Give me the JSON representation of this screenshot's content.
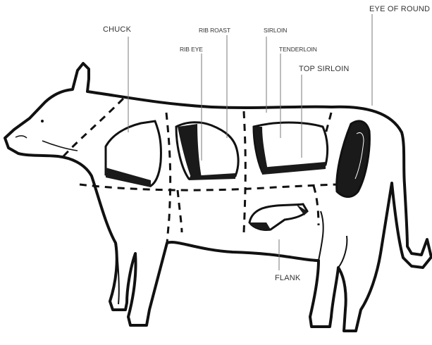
{
  "diagram": {
    "cuts": [
      {
        "id": "chuck",
        "label": "CHUCK"
      },
      {
        "id": "rib_roast",
        "label": "RIB ROAST"
      },
      {
        "id": "rib_eye",
        "label": "RIB EYE"
      },
      {
        "id": "sirloin",
        "label": "SIRLOIN"
      },
      {
        "id": "tenderloin",
        "label": "TENDERLOIN"
      },
      {
        "id": "top_sirloin",
        "label": "TOP SIRLOIN"
      },
      {
        "id": "eye_of_round",
        "label": "EYE OF ROUND"
      },
      {
        "id": "flank",
        "label": "FLANK"
      }
    ],
    "colors": {
      "ink": "#111111",
      "label": "#333333",
      "leader": "#7a7a7a",
      "background": "#ffffff"
    }
  }
}
